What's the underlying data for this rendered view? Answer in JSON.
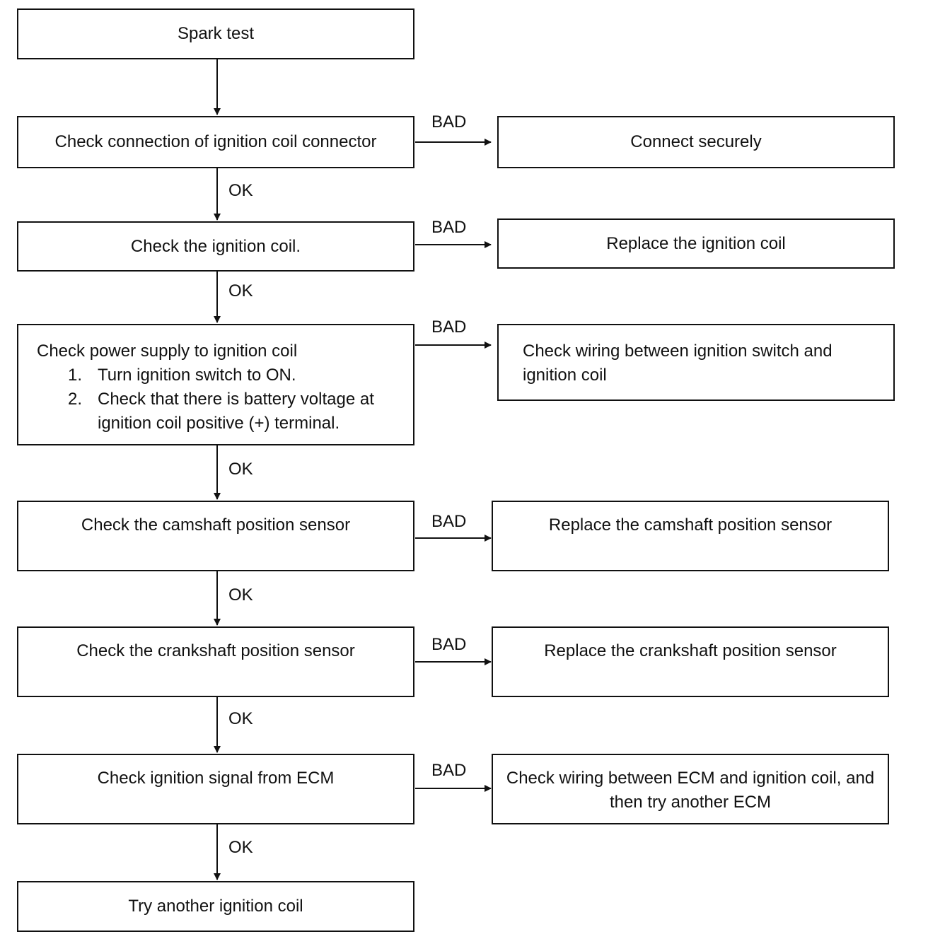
{
  "flowchart": {
    "start": "Spark test",
    "checks": [
      {
        "text": "Check connection of ignition coil connector",
        "bad_label": "BAD",
        "ok_label": "OK",
        "action": "Connect securely"
      },
      {
        "text": "Check the ignition coil.",
        "bad_label": "BAD",
        "ok_label": "OK",
        "action": "Replace the ignition coil"
      },
      {
        "text": "Check power supply to ignition coil",
        "steps": [
          {
            "num": "1.",
            "text": "Turn ignition switch to ON."
          },
          {
            "num": "2.",
            "text": "Check that there is battery voltage at ignition coil positive (+) terminal."
          }
        ],
        "bad_label": "BAD",
        "ok_label": "OK",
        "action": "Check wiring between ignition switch and ignition coil"
      },
      {
        "text": "Check the camshaft position sensor",
        "bad_label": "BAD",
        "ok_label": "OK",
        "action": "Replace the camshaft position sensor"
      },
      {
        "text": "Check the crankshaft position sensor",
        "bad_label": "BAD",
        "ok_label": "OK",
        "action": "Replace the crankshaft position sensor"
      },
      {
        "text": "Check ignition signal from ECM",
        "bad_label": "BAD",
        "ok_label": "OK",
        "action": "Check wiring between ECM and ignition coil, and then try another ECM"
      }
    ],
    "end": "Try another ignition coil"
  }
}
